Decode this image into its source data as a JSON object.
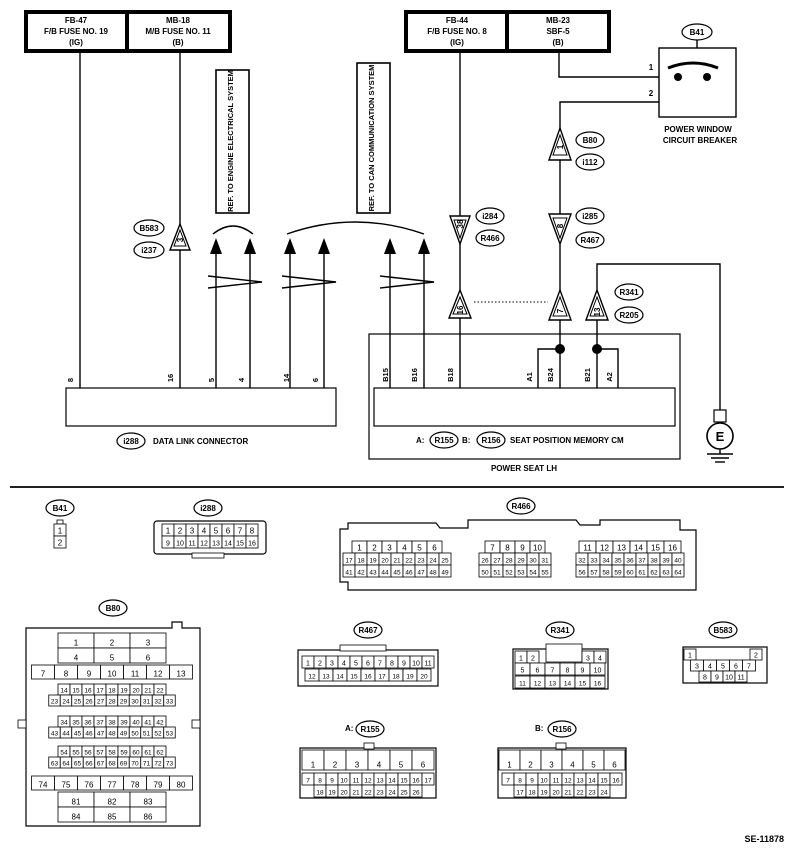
{
  "fuse_boxes": [
    {
      "id": "fb47",
      "lines": [
        "FB-47",
        "F/B FUSE NO. 19",
        "(IG)"
      ]
    },
    {
      "id": "mb18",
      "lines": [
        "MB-18",
        "M/B FUSE NO. 11",
        "(B)"
      ]
    },
    {
      "id": "fb44",
      "lines": [
        "FB-44",
        "F/B FUSE NO. 8",
        "(IG)"
      ]
    },
    {
      "id": "mb23",
      "lines": [
        "MB-23",
        "SBF-5",
        "(B)"
      ]
    }
  ],
  "breaker": {
    "connector": "B41",
    "pin1": "1",
    "pin2": "2",
    "label_line1": "POWER WINDOW",
    "label_line2": "CIRCUIT BREAKER"
  },
  "references": {
    "engine": "REF. TO ENGINE ELECTRICAL SYSTEM",
    "can": "REF. TO CAN COMMUNICATION SYSTEM"
  },
  "ovals": {
    "b583": "B583",
    "i237": "i237",
    "b80": "B80",
    "i112": "i112",
    "i284": "i284",
    "r466": "R466",
    "i285": "i285",
    "r467": "R467",
    "r341": "R341",
    "r205": "R205",
    "i288": "i288",
    "r155": "R155",
    "r156": "R156"
  },
  "terminals": {
    "t3": "3",
    "t38": "38",
    "t1": "1",
    "t8": "8",
    "t16b": "16",
    "t7": "7",
    "t13": "13"
  },
  "dlc": {
    "label": "DATA LINK CONNECTOR",
    "pins": [
      "8",
      "16",
      "5",
      "4",
      "14",
      "6"
    ]
  },
  "seat_cm": {
    "pins": [
      "B15",
      "B16",
      "B18",
      "A1",
      "B24",
      "B21",
      "A2"
    ],
    "label_a": "A:",
    "label_b": "B:",
    "label": "SEAT POSITION MEMORY CM",
    "footer": "POWER SEAT LH"
  },
  "ground": {
    "symbol": "E"
  },
  "connector_views": {
    "b41": {
      "title": "B41",
      "rows": [
        [
          "1"
        ],
        [
          "2"
        ]
      ]
    },
    "i288": {
      "title": "i288",
      "rows": [
        [
          "1",
          "2",
          "3",
          "4",
          "5",
          "6",
          "7",
          "8"
        ],
        [
          "9",
          "10",
          "11",
          "12",
          "13",
          "14",
          "15",
          "16"
        ]
      ]
    },
    "r466": {
      "title": "R466",
      "g1": [
        [
          "1",
          "2",
          "3",
          "4",
          "5",
          "6"
        ],
        [
          "17",
          "18",
          "19",
          "20",
          "21",
          "22",
          "23",
          "24",
          "25"
        ],
        [
          "41",
          "42",
          "43",
          "44",
          "45",
          "46",
          "47",
          "48",
          "49"
        ]
      ],
      "g2": [
        [
          "7",
          "8",
          "9",
          "10"
        ],
        [
          "26",
          "27",
          "28",
          "29",
          "30",
          "31"
        ],
        [
          "50",
          "51",
          "52",
          "53",
          "54",
          "55"
        ]
      ],
      "g3": [
        [
          "11",
          "12",
          "13",
          "14",
          "15",
          "16"
        ],
        [
          "32",
          "33",
          "34",
          "35",
          "36",
          "37",
          "38",
          "39",
          "40"
        ],
        [
          "56",
          "57",
          "58",
          "59",
          "60",
          "61",
          "62",
          "63",
          "64"
        ]
      ]
    },
    "b80": {
      "title": "B80",
      "rows": [
        [
          "1",
          "2",
          "3"
        ],
        [
          "4",
          "5",
          "6"
        ],
        [
          "7",
          "8",
          "9",
          "10",
          "11",
          "12",
          "13"
        ],
        [
          "14",
          "15",
          "16",
          "17",
          "18",
          "19",
          "20",
          "21",
          "22"
        ],
        [
          "23",
          "24",
          "25",
          "26",
          "27",
          "28",
          "29",
          "30",
          "31",
          "32",
          "33"
        ],
        [
          "34",
          "35",
          "36",
          "37",
          "38",
          "39",
          "40",
          "41",
          "42"
        ],
        [
          "43",
          "44",
          "45",
          "46",
          "47",
          "48",
          "49",
          "50",
          "51",
          "52",
          "53"
        ],
        [
          "54",
          "55",
          "56",
          "57",
          "58",
          "59",
          "60",
          "61",
          "62"
        ],
        [
          "63",
          "64",
          "65",
          "66",
          "67",
          "68",
          "69",
          "70",
          "71",
          "72",
          "73"
        ],
        [
          "74",
          "75",
          "76",
          "77",
          "78",
          "79",
          "80"
        ],
        [
          "81",
          "82",
          "83"
        ],
        [
          "84",
          "85",
          "86"
        ]
      ]
    },
    "r467": {
      "title": "R467",
      "rows": [
        [
          "1",
          "2",
          "3",
          "4",
          "5",
          "6",
          "7",
          "8",
          "9",
          "10",
          "11"
        ],
        [
          "12",
          "13",
          "14",
          "15",
          "16",
          "17",
          "18",
          "19",
          "20"
        ]
      ]
    },
    "r341": {
      "title": "R341",
      "rows": [
        [
          "1",
          "2",
          "3",
          "4"
        ],
        [
          "5",
          "6",
          "7",
          "8",
          "9",
          "10"
        ],
        [
          "11",
          "12",
          "13",
          "14",
          "15",
          "16"
        ]
      ]
    },
    "b583": {
      "title": "B583",
      "rows": [
        [
          "1",
          "2"
        ],
        [
          "3",
          "4",
          "5",
          "6",
          "7"
        ],
        [
          "8",
          "9",
          "10",
          "11"
        ]
      ]
    },
    "r155": {
      "prefix": "A:",
      "title": "R155",
      "rows": [
        [
          "1",
          "2",
          "3",
          "4",
          "5",
          "6"
        ],
        [
          "7",
          "8",
          "9",
          "10",
          "11",
          "12",
          "13",
          "14",
          "15",
          "16",
          "17"
        ],
        [
          "18",
          "19",
          "20",
          "21",
          "22",
          "23",
          "24",
          "25",
          "26"
        ]
      ]
    },
    "r156": {
      "prefix": "B:",
      "title": "R156",
      "rows": [
        [
          "1",
          "2",
          "3",
          "4",
          "5",
          "6"
        ],
        [
          "7",
          "8",
          "9",
          "10",
          "11",
          "12",
          "13",
          "14",
          "15",
          "16"
        ],
        [
          "17",
          "18",
          "19",
          "20",
          "21",
          "22",
          "23",
          "24"
        ]
      ]
    }
  },
  "figure_code": "SE-11878"
}
